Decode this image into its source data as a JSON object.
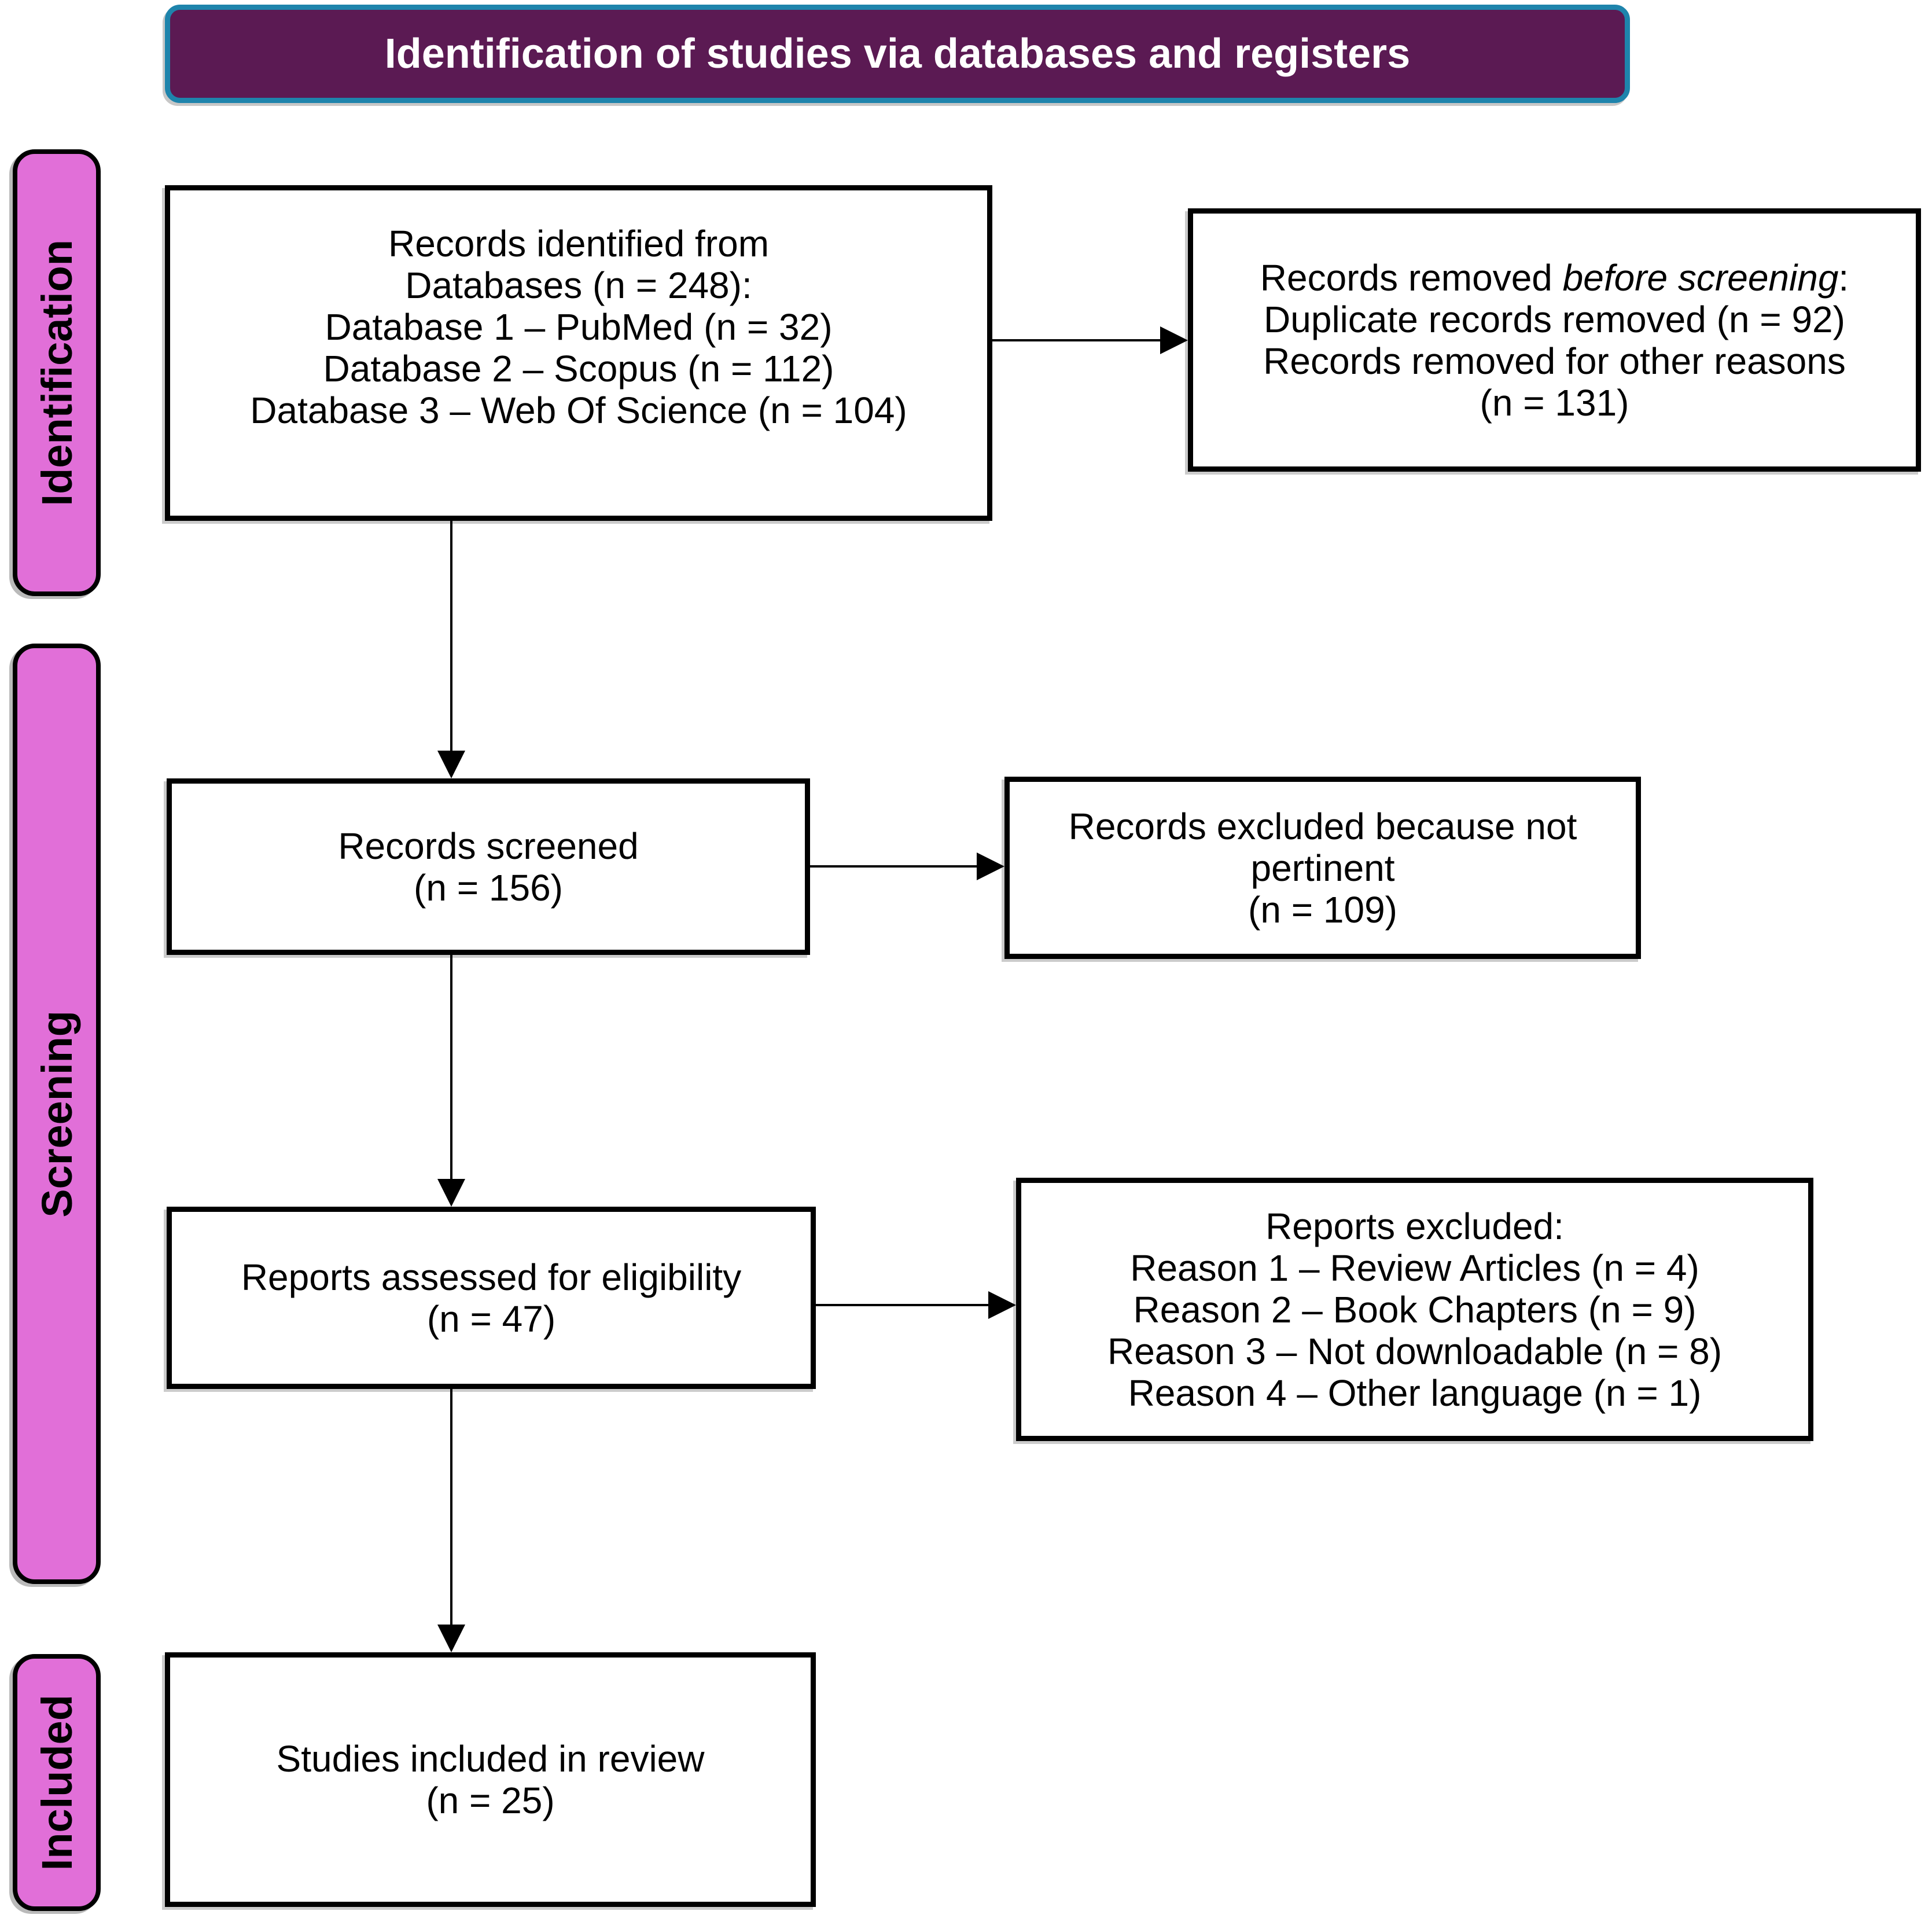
{
  "header": {
    "title": "Identification of studies via databases and registers"
  },
  "sidebar": {
    "identification": "Identification",
    "screening": "Screening",
    "included": "Included"
  },
  "boxes": {
    "records_identified": {
      "lines": [
        "Records identified from",
        "Databases (n = 248):",
        "Database 1 – PubMed (n = 32)",
        "Database 2 – Scopus (n = 112)",
        "Database 3 – Web Of Science (n = 104)"
      ]
    },
    "records_removed": {
      "line1_prefix": "Records removed ",
      "line1_italic": "before screening",
      "line1_suffix": ":",
      "lines": [
        "Duplicate records removed (n = 92)",
        "Records removed for other reasons",
        "(n = 131)"
      ]
    },
    "records_screened": {
      "lines": [
        "Records screened",
        "(n = 156)"
      ]
    },
    "records_excluded": {
      "lines": [
        "Records excluded because not",
        "pertinent",
        "(n = 109)"
      ]
    },
    "reports_assessed": {
      "lines": [
        "Reports assessed for eligibility",
        "(n = 47)"
      ]
    },
    "reports_excluded": {
      "lines": [
        "Reports excluded:",
        "Reason 1 – Review Articles (n = 4)",
        "Reason 2 – Book Chapters (n = 9)",
        "Reason 3 – Not downloadable (n = 8)",
        "Reason 4 – Other language (n = 1)"
      ]
    },
    "studies_included": {
      "lines": [
        "Studies included in review",
        "(n = 25)"
      ]
    }
  },
  "colors": {
    "header_bg": "#5B1A53",
    "header_border": "#1E84AC",
    "sidebar_bg": "#E16FD8",
    "box_border": "#000000",
    "box_bg": "#FFFFFF",
    "ink": "#000000",
    "text_white": "#FFFFFF"
  }
}
